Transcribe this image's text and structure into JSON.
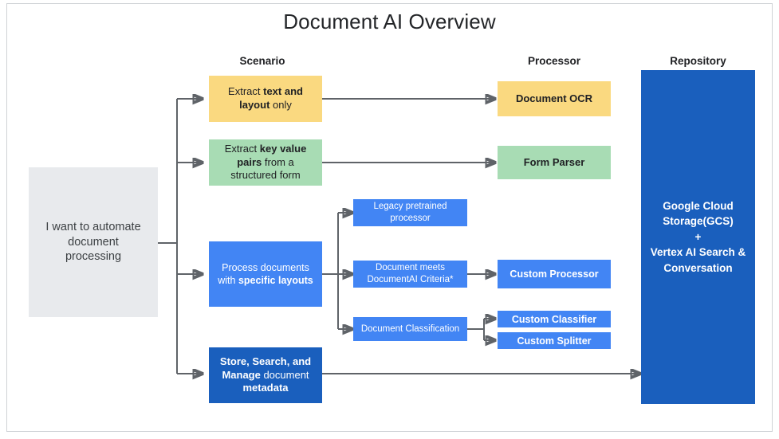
{
  "title": "Document AI Overview",
  "frame": {
    "border_color": "#cfd2d6"
  },
  "columns": [
    {
      "id": "scenario",
      "label": "Scenario"
    },
    {
      "id": "processor",
      "label": "Processor"
    },
    {
      "id": "repository",
      "label": "Repository"
    }
  ],
  "palette": {
    "grey": "#e8eaed",
    "yellow": "#fad980",
    "green": "#a8dcb4",
    "blue": "#4285f4",
    "dark_blue": "#1a5fbd",
    "connector": "#5f6368",
    "text_dark": "#202124",
    "text_light": "#ffffff"
  },
  "entry": {
    "line1": "I want to automate",
    "line2": "document",
    "line3": "processing"
  },
  "scenarios": [
    {
      "id": "extract-text-layout",
      "color": "yellow",
      "line1_a": "Extract ",
      "line1_b": "text and",
      "line2_a": "layout",
      "line2_b": " only"
    },
    {
      "id": "extract-key-value",
      "color": "green",
      "line1_a": "Extract ",
      "line1_b": "key value",
      "line2_a": "pairs",
      "line2_b": " from a",
      "line3": "structured form"
    },
    {
      "id": "process-specific-layouts",
      "color": "blue",
      "line1": "Process documents",
      "line2_a": "with ",
      "line2_b": "specific layouts"
    },
    {
      "id": "store-search-manage",
      "color": "dark_blue",
      "line1": "Store, Search, and",
      "line2_a": "Manage",
      "line2_b": " document",
      "line3": "metadata"
    }
  ],
  "middle_nodes": [
    {
      "id": "legacy-pretrained-processor",
      "line1": "Legacy pretrained",
      "line2": "processor"
    },
    {
      "id": "document-meets-criteria",
      "line1": "Document meets",
      "line2": "DocumentAI Criteria*"
    },
    {
      "id": "document-classification",
      "line1": "Document Classification"
    }
  ],
  "processors": [
    {
      "id": "document-ocr",
      "label": "Document OCR",
      "color": "yellow"
    },
    {
      "id": "form-parser",
      "label": "Form Parser",
      "color": "green"
    },
    {
      "id": "custom-processor",
      "label": "Custom Processor",
      "color": "blue"
    },
    {
      "id": "custom-classifier",
      "label": "Custom Classifier",
      "color": "blue"
    },
    {
      "id": "custom-splitter",
      "label": "Custom Splitter",
      "color": "blue"
    }
  ],
  "repository": {
    "line1": "Google Cloud",
    "line2": "Storage(GCS)",
    "line3": "+",
    "line4": "Vertex AI Search &",
    "line5": "Conversation"
  }
}
